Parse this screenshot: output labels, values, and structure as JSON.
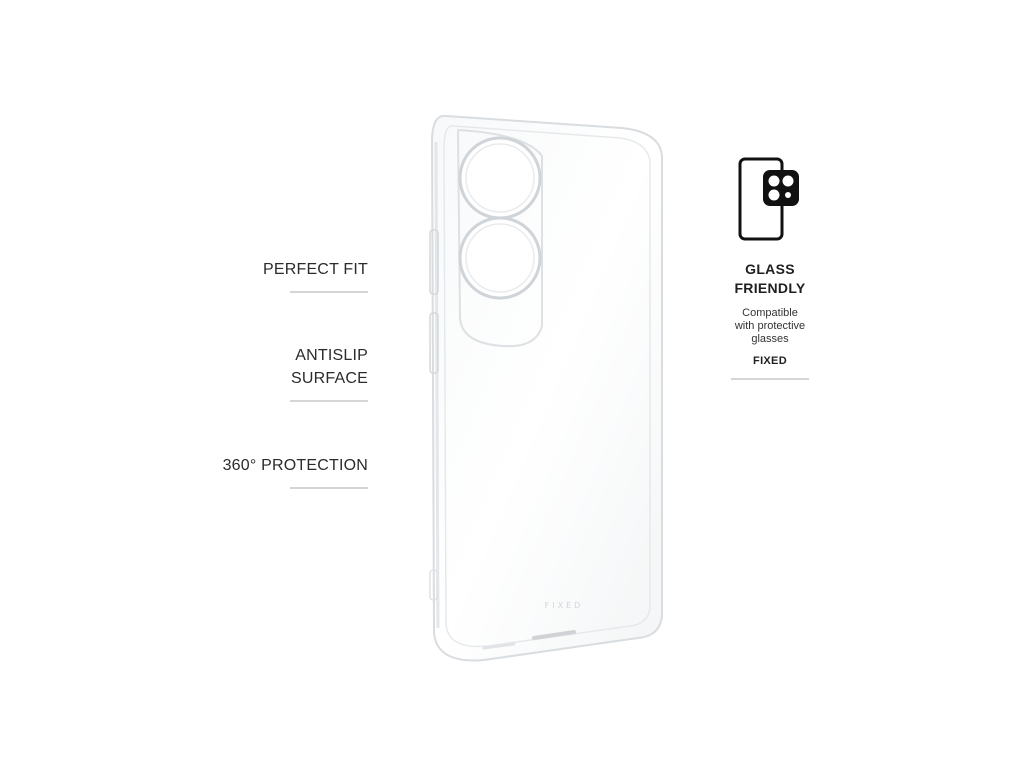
{
  "features": [
    {
      "label": "PERFECT FIT"
    },
    {
      "label": "ANTISLIP\nSURFACE"
    },
    {
      "label": "360° PROTECTION"
    }
  ],
  "badge": {
    "icon": "phone-with-camera-protector-icon",
    "title": "GLASS\nFRIENDLY",
    "description": "Compatible\nwith protective\nglasses",
    "brand": "FIXED"
  },
  "product": {
    "image": "transparent-phone-case",
    "logo_text": "FIXED"
  },
  "colors": {
    "background": "#ffffff",
    "text": "#2b2b2b",
    "divider": "#d5d5d5",
    "icon": "#111111"
  }
}
